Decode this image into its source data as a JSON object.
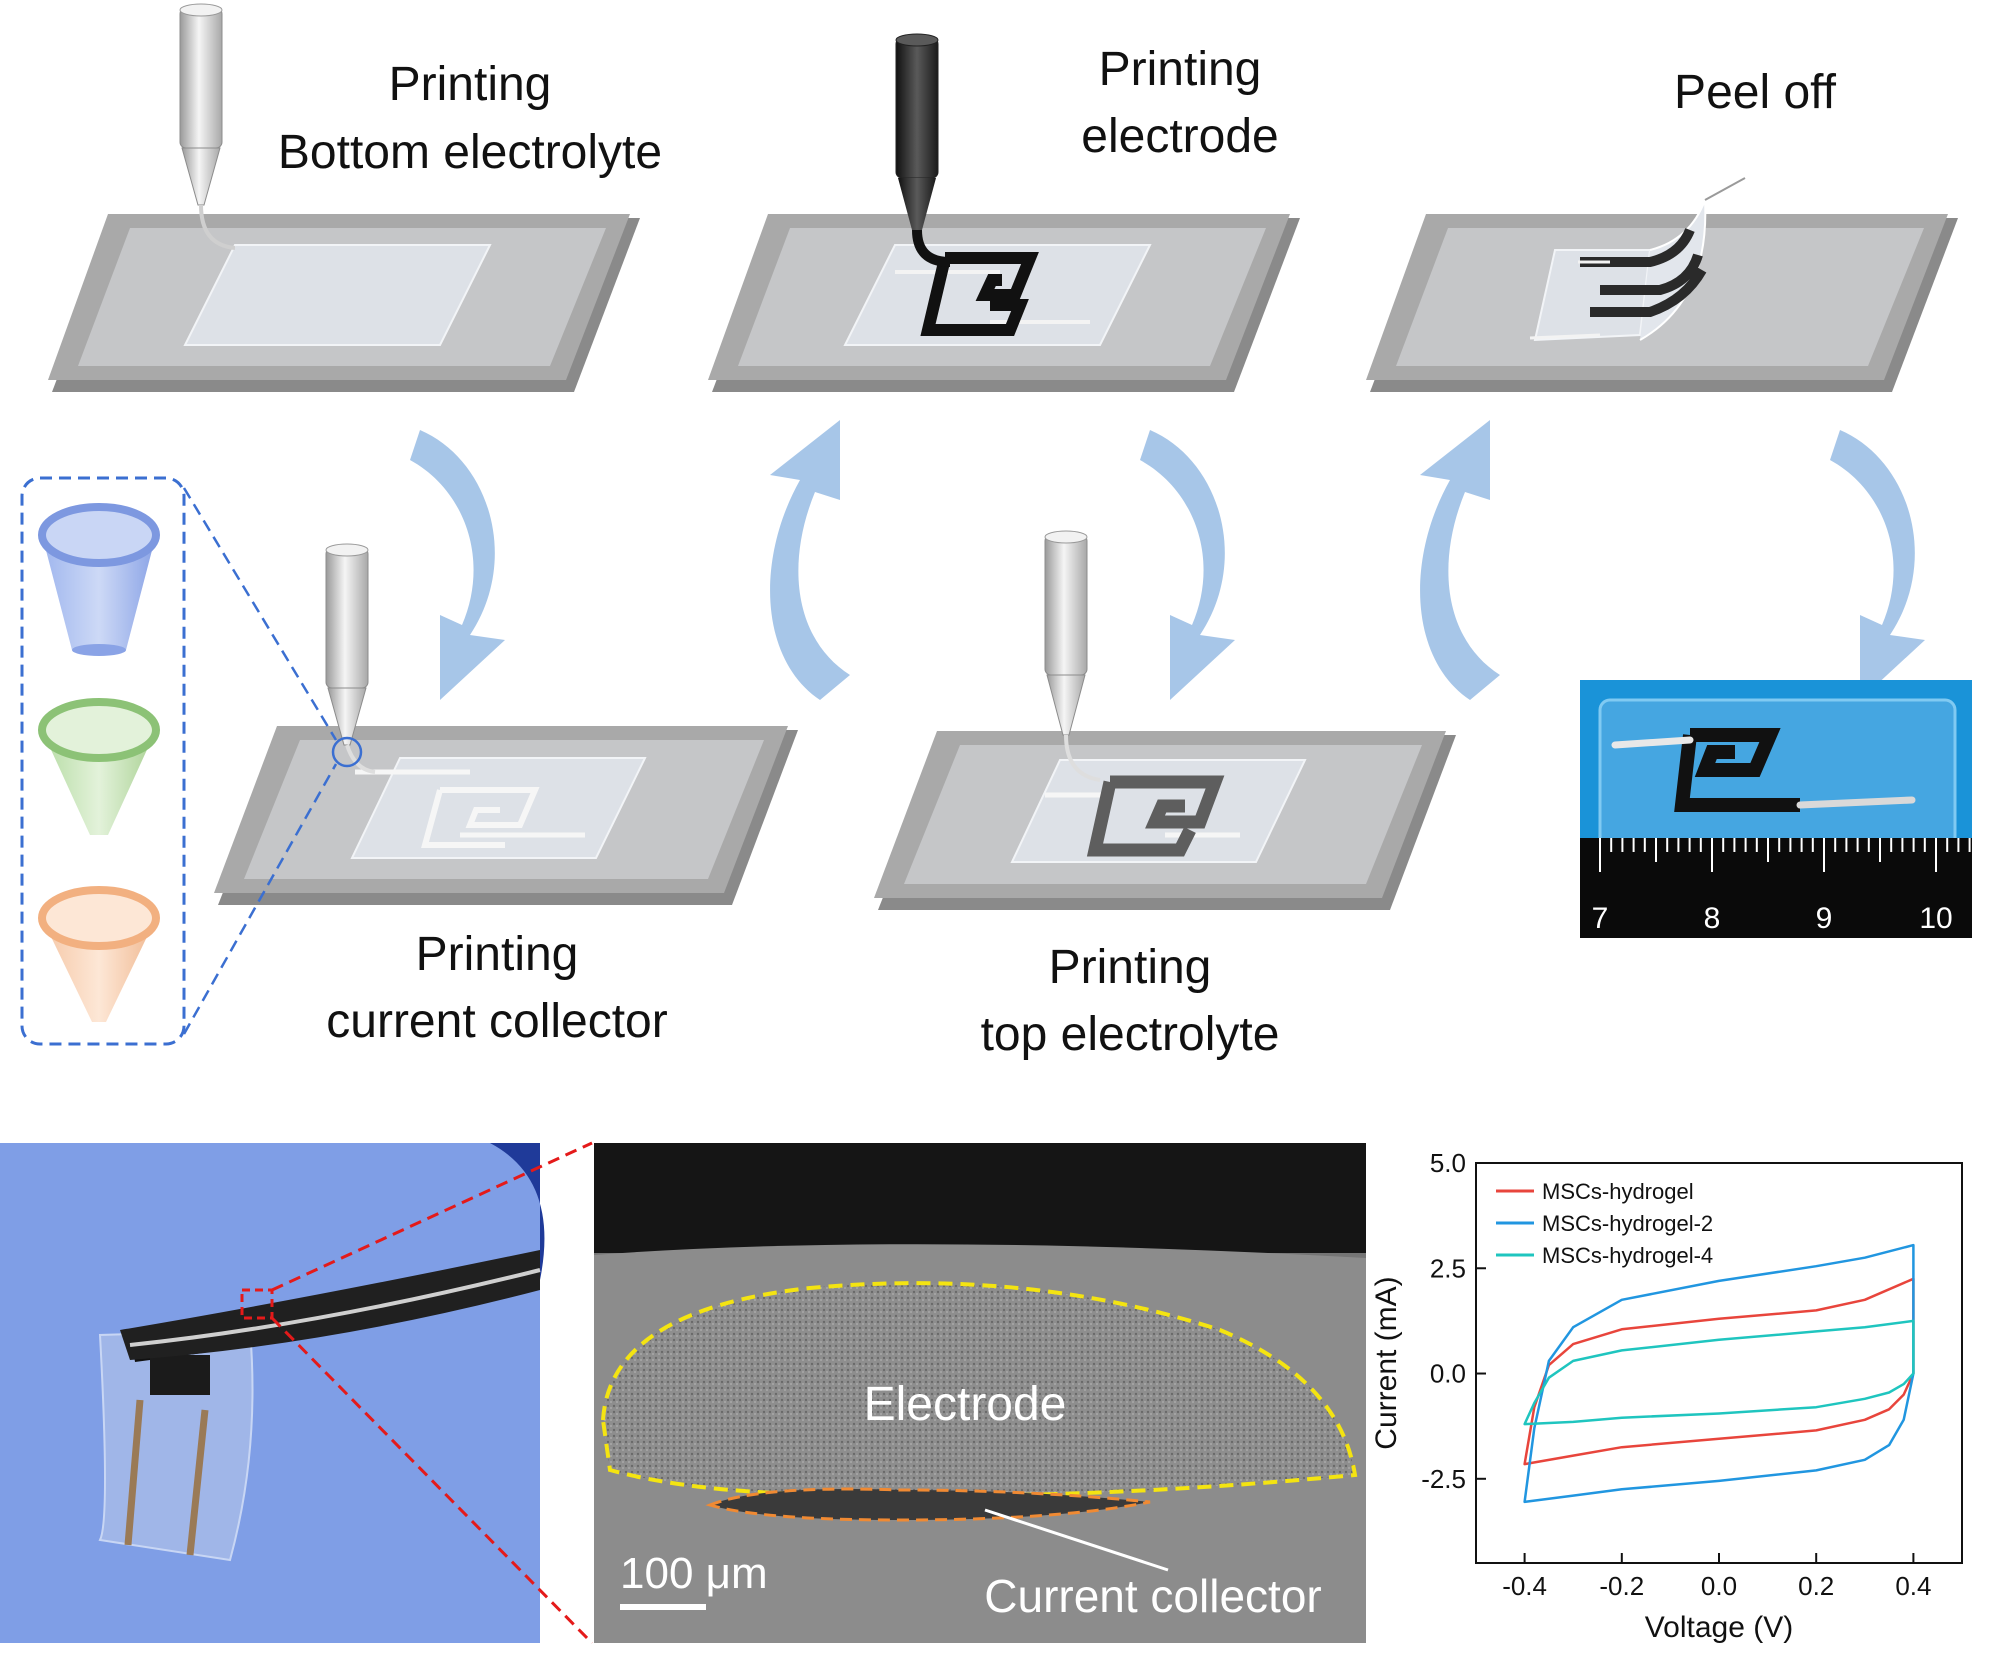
{
  "steps": {
    "bottom_electrolyte": [
      "Printing",
      "Bottom electrolyte"
    ],
    "electrode": [
      "Printing",
      "electrode"
    ],
    "peel_off": "Peel off",
    "current_collector": [
      "Printing",
      "current collector"
    ],
    "top_electrolyte": [
      "Printing",
      "top electrolyte"
    ]
  },
  "ruler": {
    "ticks": [
      "7",
      "8",
      "9",
      "10"
    ]
  },
  "sem": {
    "electrode_label": "Electrode",
    "collector_label": "Current collector",
    "scale_bar": "100 μm"
  },
  "colors": {
    "hydrogel": "#e8453c",
    "hydrogel_2": "#2196e0",
    "hydrogel_4": "#1fc5bf",
    "arrow": "#8fb8e0",
    "dashed_box": "#3b6fd1",
    "ruler_bg": "#1a93d8",
    "photo_bg": "#7f9ee6"
  },
  "chart_data": {
    "type": "line",
    "xlabel": "Voltage (V)",
    "ylabel": "Current (mA)",
    "xlim": [
      -0.5,
      0.5
    ],
    "ylim": [
      -4.5,
      5.0
    ],
    "xticks": [
      "-0.4",
      "-0.2",
      "0.0",
      "0.2",
      "0.4"
    ],
    "yticks": [
      "-2.5",
      "0.0",
      "2.5",
      "5.0"
    ],
    "legend_placement": "top-left",
    "series": [
      {
        "name": "MSCs-hydrogel",
        "color": "#e8453c",
        "x": [
          -0.4,
          -0.38,
          -0.35,
          -0.3,
          -0.2,
          0.0,
          0.2,
          0.3,
          0.4,
          0.4,
          0.38,
          0.35,
          0.3,
          0.2,
          0.0,
          -0.2,
          -0.3,
          -0.4
        ],
        "y": [
          -2.15,
          -0.8,
          0.2,
          0.7,
          1.05,
          1.3,
          1.5,
          1.75,
          2.25,
          0.0,
          -0.5,
          -0.85,
          -1.1,
          -1.35,
          -1.55,
          -1.75,
          -1.95,
          -2.15
        ]
      },
      {
        "name": "MSCs-hydrogel-2",
        "color": "#2196e0",
        "x": [
          -0.4,
          -0.38,
          -0.35,
          -0.3,
          -0.2,
          0.0,
          0.2,
          0.3,
          0.4,
          0.4,
          0.38,
          0.35,
          0.3,
          0.2,
          0.0,
          -0.2,
          -0.3,
          -0.4
        ],
        "y": [
          -3.05,
          -1.3,
          0.3,
          1.1,
          1.75,
          2.2,
          2.55,
          2.75,
          3.05,
          0.0,
          -1.1,
          -1.7,
          -2.05,
          -2.3,
          -2.55,
          -2.75,
          -2.9,
          -3.05
        ]
      },
      {
        "name": "MSCs-hydrogel-4",
        "color": "#1fc5bf",
        "x": [
          -0.4,
          -0.38,
          -0.35,
          -0.3,
          -0.2,
          0.0,
          0.2,
          0.3,
          0.4,
          0.4,
          0.38,
          0.35,
          0.3,
          0.2,
          0.0,
          -0.2,
          -0.3,
          -0.4
        ],
        "y": [
          -1.2,
          -0.7,
          -0.1,
          0.3,
          0.55,
          0.8,
          1.0,
          1.1,
          1.25,
          0.0,
          -0.25,
          -0.45,
          -0.6,
          -0.8,
          -0.95,
          -1.05,
          -1.15,
          -1.2
        ]
      }
    ]
  }
}
